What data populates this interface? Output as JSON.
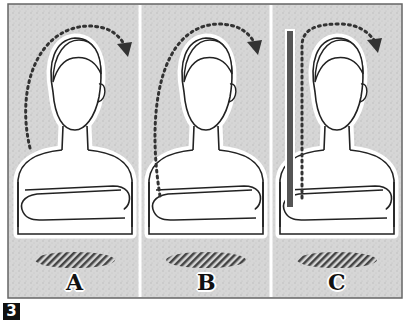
{
  "diagram": {
    "labels": [
      "A",
      "B",
      "C",
      "3"
    ]
  }
}
